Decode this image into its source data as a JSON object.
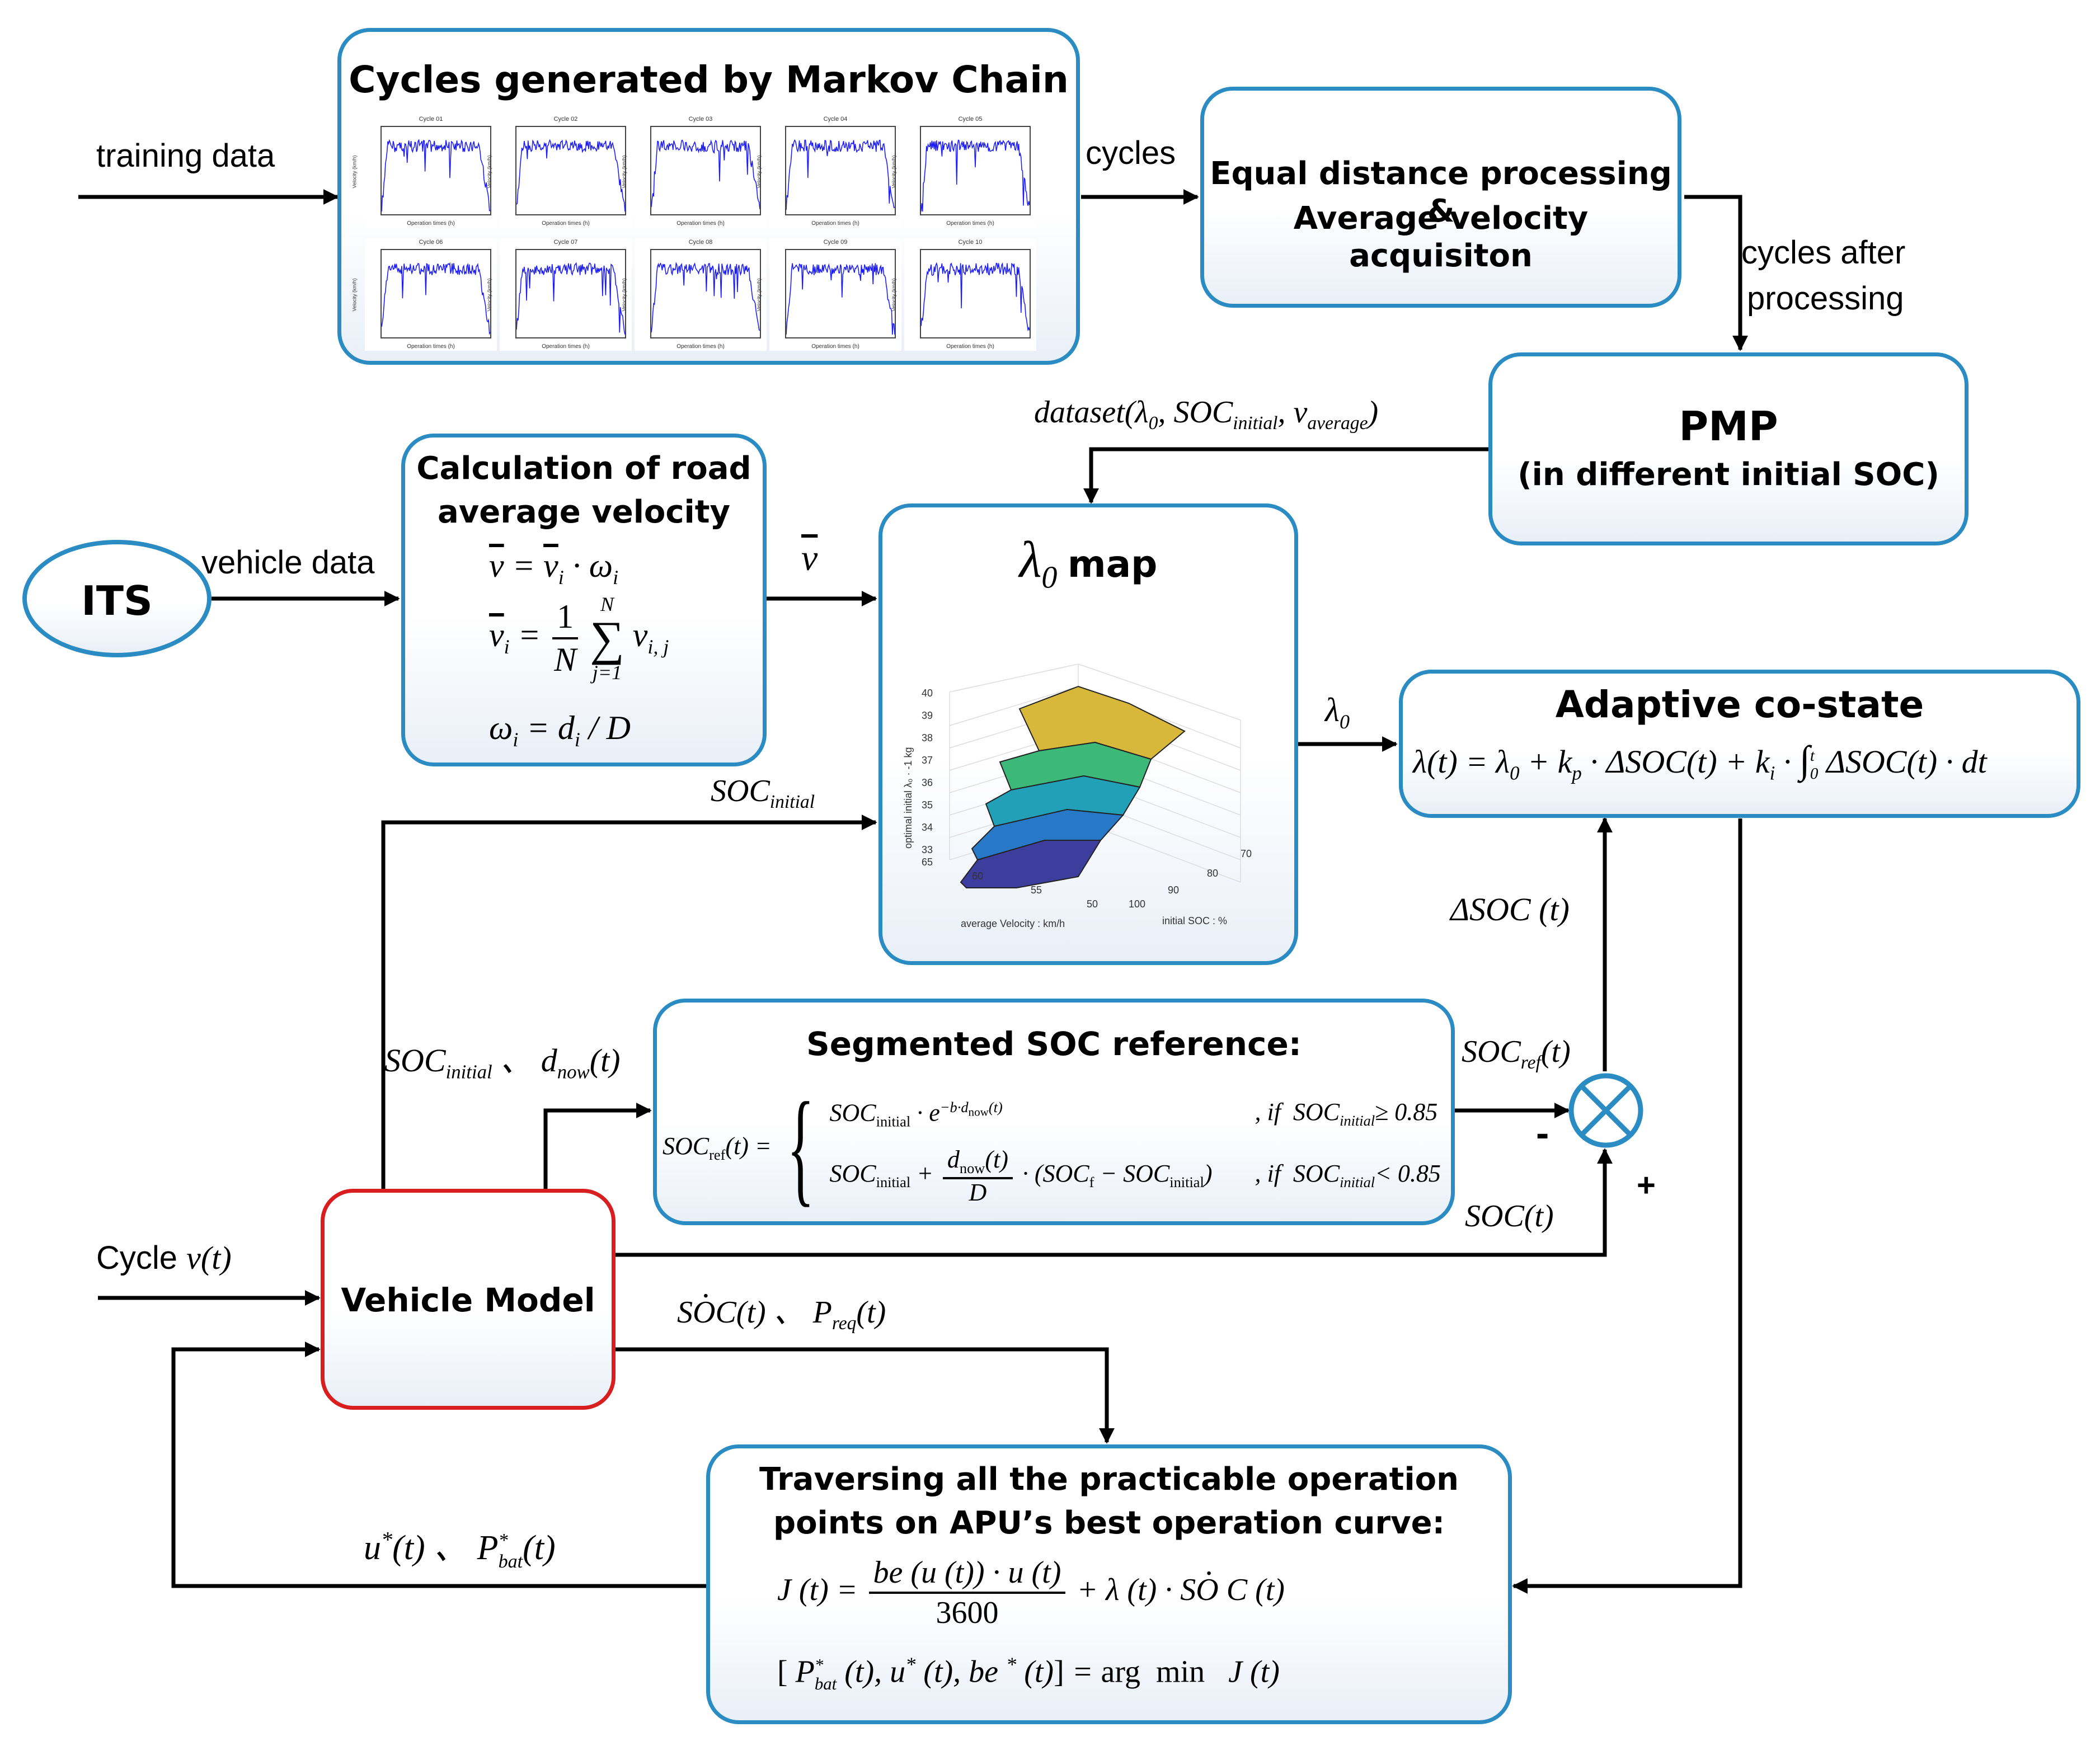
{
  "blocks": {
    "markov": {
      "title": "Cycles generated by Markov Chain"
    },
    "equal_distance": {
      "line1": "Equal distance processing &",
      "line2": "Average velocity acquisiton"
    },
    "pmp": {
      "line1": "PMP",
      "line2": "(in different initial SOC)"
    },
    "its": {
      "title": "ITS"
    },
    "road_velocity": {
      "line1": "Calculation of road",
      "line2": "average velocity"
    },
    "lambda_map": {
      "title_suffix": "map"
    },
    "adaptive": {
      "title": "Adaptive co-state"
    },
    "segmented": {
      "title": "Segmented SOC reference:"
    },
    "vehicle": {
      "title": "Vehicle Model"
    },
    "traversing": {
      "line1": "Traversing all the practicable operation",
      "line2": "points on APU’s best operation curve:"
    }
  },
  "thumbnails": {
    "titles": [
      "Cycle 01",
      "Cycle 02",
      "Cycle 03",
      "Cycle 04",
      "Cycle 05",
      "Cycle 06",
      "Cycle 07",
      "Cycle 08",
      "Cycle 09",
      "Cycle 10"
    ],
    "xlabel": "Operation times (h)",
    "ylabel": "Velocity (km/h)"
  },
  "signals": {
    "training_data": "training data",
    "cycles": "cycles",
    "cycles_after_1": "cycles after",
    "cycles_after_2": "processing",
    "vehicle_data": "vehicle data",
    "cycle_input": "Cycle",
    "minus": "-",
    "plus": "+"
  },
  "lambda_plot": {
    "zlabel": "optimal initial λ₀ · -1 kg",
    "xlabel": "average Velocity : km/h",
    "ylabel": "initial SOC : %",
    "z_ticks": [
      "40",
      "39",
      "38",
      "37",
      "36",
      "35",
      "34",
      "33"
    ],
    "x_ticks": [
      "65",
      "60",
      "55",
      "50"
    ],
    "y_ticks": [
      "70",
      "80",
      "90",
      "100"
    ]
  },
  "colors": {
    "box_border": "#2b8cc4",
    "vehicle_border": "#d81e1e",
    "arrow": "#000000",
    "cycle_trace": "#1a1aff"
  },
  "chart_data": {
    "type": "surface",
    "x_values": [
      50,
      55,
      60,
      65
    ],
    "y_values": [
      70,
      80,
      90,
      100
    ],
    "z_range": [
      33,
      40
    ],
    "colormap_bands": [
      "#3d3d9e",
      "#2878c8",
      "#22a0b8",
      "#3cb878",
      "#d8b83a"
    ]
  }
}
